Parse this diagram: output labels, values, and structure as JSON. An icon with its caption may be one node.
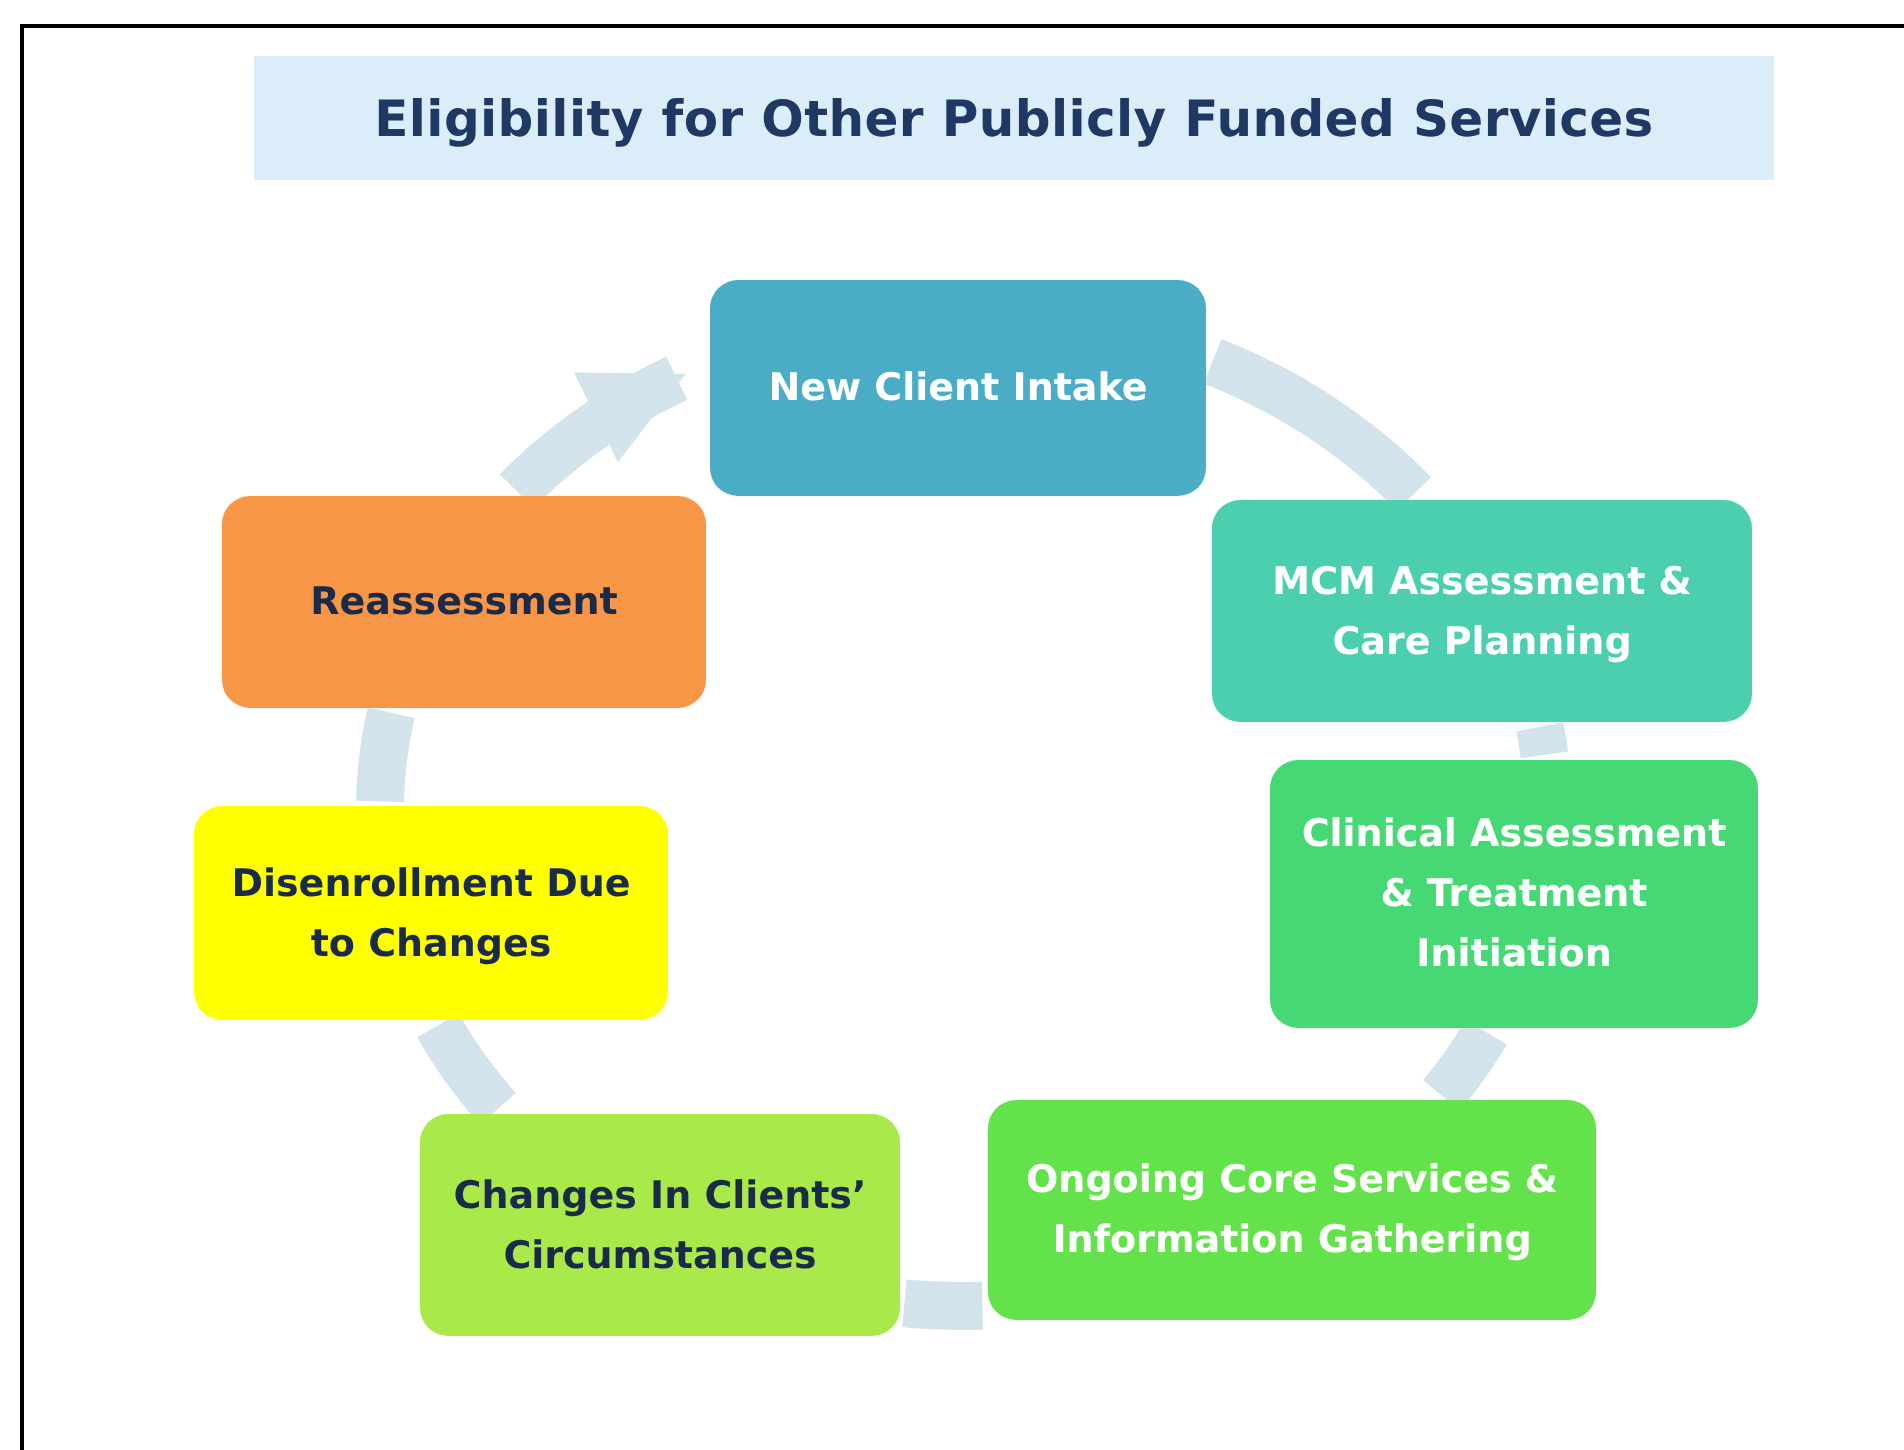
{
  "diagram": {
    "title": "Eligibility for Other Publicly Funded Services",
    "nodes": [
      {
        "text": [
          "New Client Intake"
        ]
      },
      {
        "text": [
          "MCM Assessment & Care Planning"
        ]
      },
      {
        "text": [
          "Clinical Assessment & Treatment Initiation"
        ]
      },
      {
        "text": [
          "Ongoing Core Services & Information Gathering"
        ]
      },
      {
        "text": [
          "Changes In Clients’ Circumstances"
        ]
      },
      {
        "text": [
          "Disenrollment Due to Changes"
        ]
      },
      {
        "text": [
          "Reassessment"
        ]
      }
    ],
    "edges": [
      {
        "from": 0,
        "to": 1,
        "arrow": "none"
      },
      {
        "from": 1,
        "to": 2,
        "arrow": "none"
      },
      {
        "from": 2,
        "to": 3,
        "arrow": "none"
      },
      {
        "from": 3,
        "to": 4,
        "arrow": "none"
      },
      {
        "from": 4,
        "to": 5,
        "arrow": "none"
      },
      {
        "from": 5,
        "to": 6,
        "arrow": "none"
      },
      {
        "from": 6,
        "to": 0,
        "arrow": "to"
      }
    ]
  }
}
